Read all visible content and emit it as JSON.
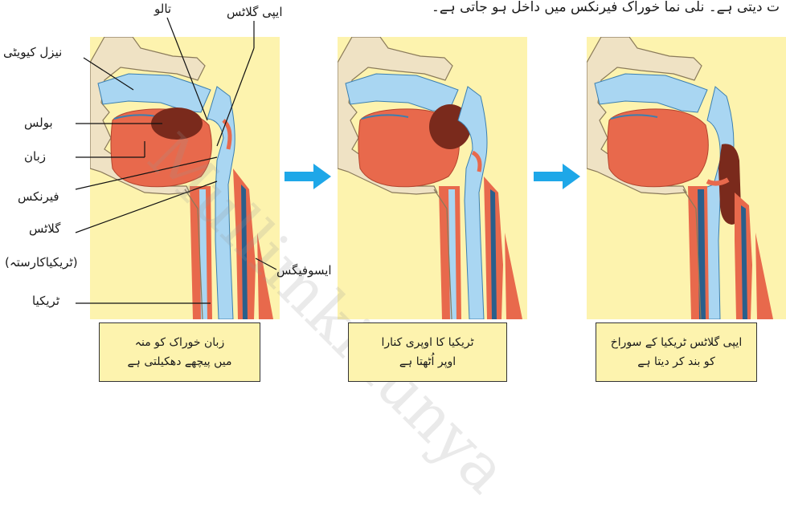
{
  "header": {
    "text": "ت دیتی ہے۔ نلی نما خوراک فیرنکس میں داخل ہو جاتی ہے۔"
  },
  "labels": {
    "palate": "تالو",
    "epiglottis": "ایپی گلاٹس",
    "nasal_cavity": "نیزل کیویٹی",
    "bolus": "بولس",
    "tongue": "زبان",
    "pharynx": "فیرنکس",
    "glottis": "گلاٹس",
    "trachea_path": "(ٹریکیاکارستہ)",
    "esophagus": "ایسوفیگس",
    "trachea": "ٹریکیا"
  },
  "captions": [
    {
      "line1": "زبان خوراک کو منہ",
      "line2": "میں پیچھے دھکیلتی ہے"
    },
    {
      "line1": "ٹریکیا کا اوپری کنارا",
      "line2": "اوپر اُٹھتا ہے"
    },
    {
      "line1": "ایپی گلاٹس ٹریکیا کے سوراخ",
      "line2": "کو بند کر دیتا ہے"
    }
  ],
  "watermark": "Mullimkidunya",
  "colors": {
    "panel_bg": "#fdf3ae",
    "air": "#a9d6f2",
    "tissue": "#e8694c",
    "bolus": "#7a2a1c",
    "bone": "#efe2c4",
    "arrow": "#1ea7e8"
  }
}
